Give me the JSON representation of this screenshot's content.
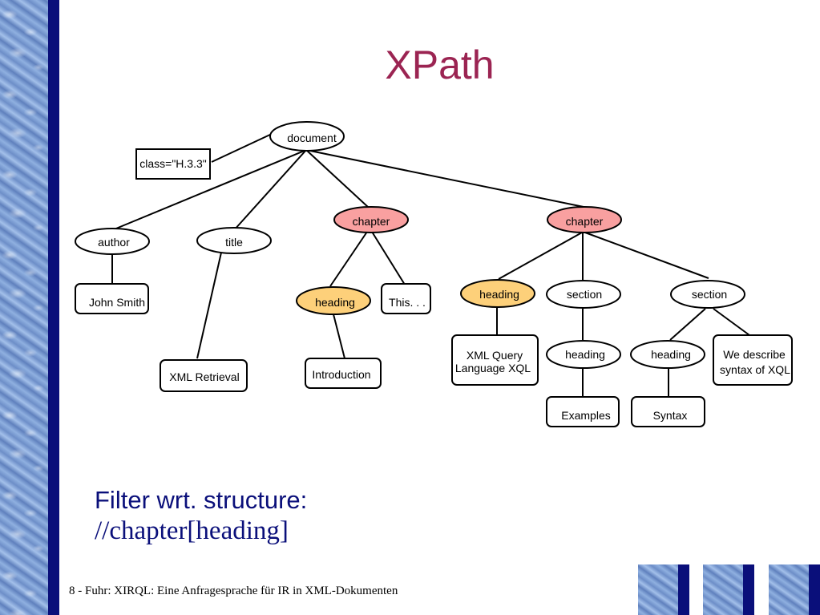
{
  "slide": {
    "title": "XPath",
    "filter_line1": "Filter wrt. structure:",
    "filter_line2": "//chapter[heading]",
    "footer": "8  -  Fuhr: XIRQL: Eine Anfragesprache für IR in XML-Dokumenten"
  },
  "colors": {
    "title": "#9b2452",
    "chapter_fill": "#f9a0a0",
    "heading_fill": "#fdd07a",
    "accent_blue": "#0a0f7a"
  },
  "tree": {
    "document": "document",
    "attribute": "class=\"H.3.3\"",
    "author": "author",
    "title": "title",
    "chapter1": "chapter",
    "chapter2": "chapter",
    "john_smith": "John Smith",
    "xml_retrieval": "XML Retrieval",
    "heading1": "heading",
    "this": "This. . .",
    "introduction": "Introduction",
    "heading2": "heading",
    "section1": "section",
    "section2": "section",
    "xml_query_1": "XML Query",
    "xml_query_2": "Language XQL",
    "heading3": "heading",
    "examples": "Examples",
    "heading4": "heading",
    "syntax": "Syntax",
    "describe_1": "We describe",
    "describe_2": "syntax of XQL"
  }
}
